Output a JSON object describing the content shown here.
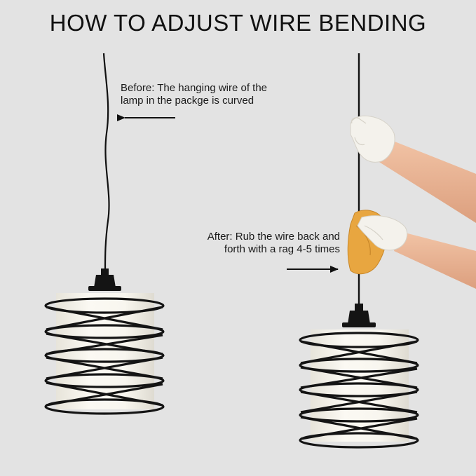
{
  "title": "HOW TO ADJUST WIRE BENDING",
  "before_caption": {
    "line1": "Before: The hanging wire of the",
    "line2": "lamp in the packge is curved"
  },
  "after_caption": {
    "line1": "After: Rub the wire back and",
    "line2": "forth with a rag 4-5 times"
  },
  "colors": {
    "background": "#e3e3e3",
    "metal": "#141414",
    "shade": "#f7f5ee",
    "glove": "#f4f2ec",
    "skin": "#e9b596",
    "rag": "#e8a640"
  }
}
